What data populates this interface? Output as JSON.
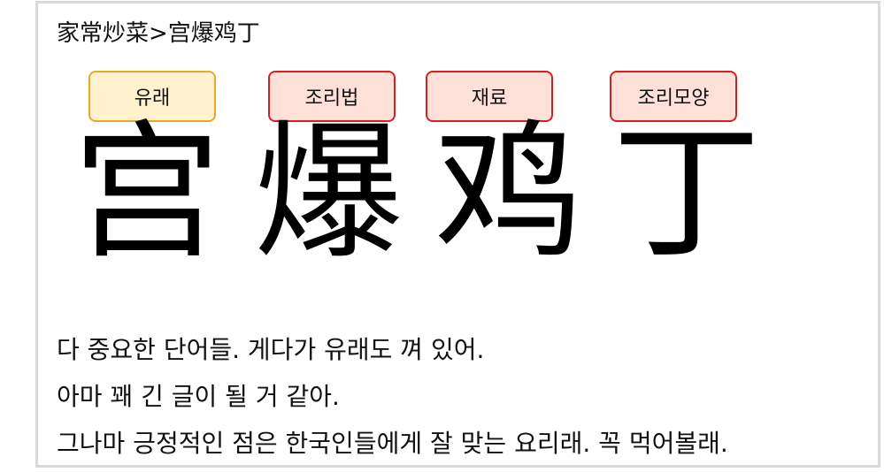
{
  "breadcrumb": "家常炒菜>宫爆鸡丁",
  "tags": {
    "origin": "유래",
    "method": "조리법",
    "ingredient": "재료",
    "shape": "조리모양"
  },
  "characters": [
    "宫",
    "爆",
    "鸡",
    "丁"
  ],
  "lines": [
    "다 중요한 단어들. 게다가 유래도 껴 있어.",
    "아마 꽤 긴 글이 될 거 같아.",
    "그나마 긍정적인 점은 한국인들에게 잘 맞는 요리래. 꼭 먹어볼래."
  ],
  "colors": {
    "origin_fill": "#fff2cc",
    "origin_border": "#e8a92b",
    "tag_fill": "#fde0d8",
    "tag_border": "#d61f1f"
  }
}
